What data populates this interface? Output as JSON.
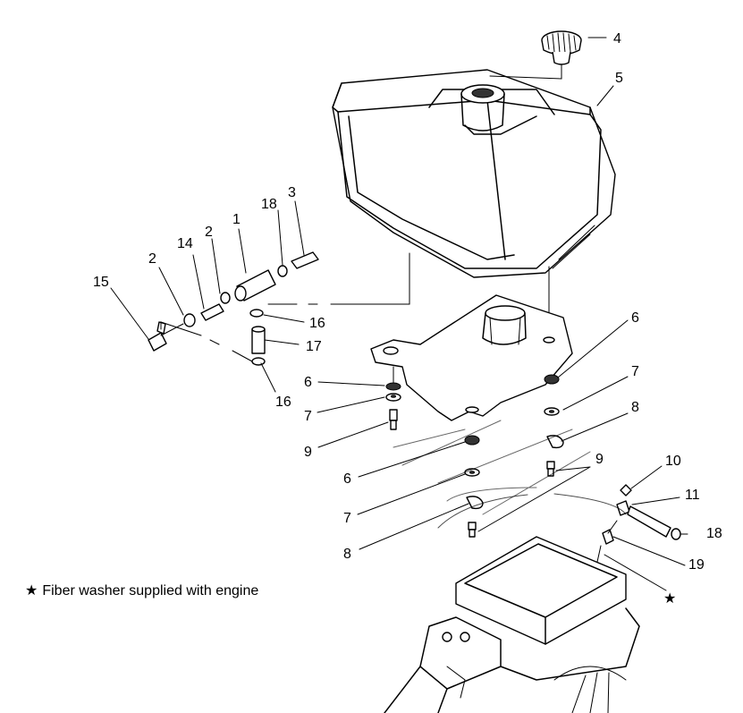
{
  "diagram": {
    "callouts": {
      "c1": "1",
      "c2a": "2",
      "c2b": "2",
      "c3": "3",
      "c4": "4",
      "c5": "5",
      "c6a": "6",
      "c6b": "6",
      "c6c": "6",
      "c7a": "7",
      "c7b": "7",
      "c7c": "7",
      "c8a": "8",
      "c8b": "8",
      "c9a": "9",
      "c9b": "9",
      "c10": "10",
      "c11": "11",
      "c14": "14",
      "c15": "15",
      "c16a": "16",
      "c16b": "16",
      "c17": "17",
      "c18a": "18",
      "c18b": "18",
      "c19": "19",
      "star": "★"
    },
    "note": {
      "star": "★",
      "text": "Fiber washer supplied with engine"
    }
  }
}
